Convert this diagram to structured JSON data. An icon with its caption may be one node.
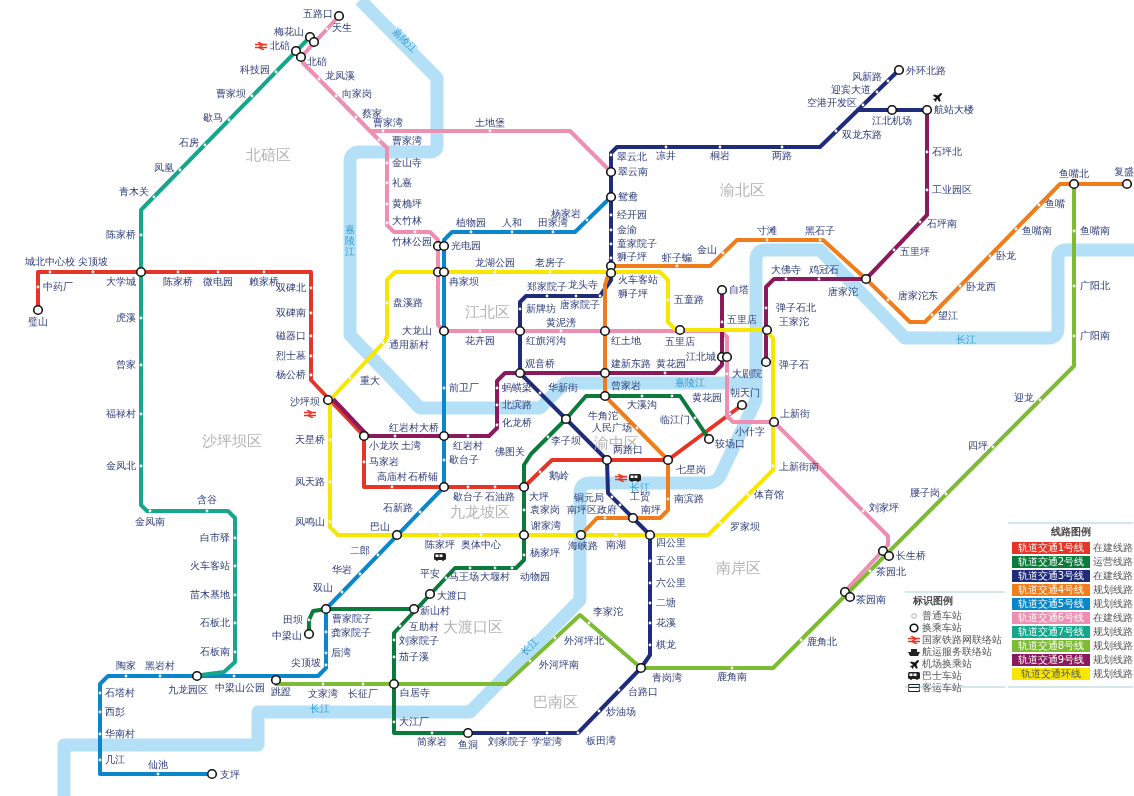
{
  "diagram": {
    "labels": [
      "北碚区",
      "渝北区",
      "江北区",
      "沙坪坝区",
      "渝中区",
      "九龙坡区",
      "南岸区",
      "大渡口区",
      "巴南区",
      "嘉陵江",
      "嘉陵江",
      "嘉陵江",
      "长江",
      "长江",
      "长江",
      "长江",
      "璧山",
      "中药厂",
      "城北中心校",
      "尖顶坡",
      "大学城",
      "陈家桥",
      "微电园",
      "赖家桥",
      "双碑北",
      "双碑南",
      "磁器口",
      "烈士墓",
      "杨公桥",
      "沙坪坝",
      "小龙坎",
      "土湾",
      "马家岩",
      "高庙村",
      "石桥铺",
      "歇台子",
      "石油路",
      "大坪",
      "鹅岭",
      "两路口",
      "七星岗",
      "较场口",
      "小什字",
      "朝天门",
      "五路口",
      "天生",
      "梅花山",
      "北碚",
      "北碚",
      "科技园",
      "曹家坝",
      "歇马",
      "石房",
      "凤凰",
      "青木关",
      "陈家桥",
      "虎溪",
      "曾家",
      "福禄村",
      "金凤北",
      "金凤南",
      "含谷",
      "白市驿",
      "火车客站",
      "苗木基地",
      "石板北",
      "石板南",
      "九龙园区",
      "陶家",
      "黑岩村",
      "中梁山公园",
      "跳蹬",
      "石塔村",
      "西彭",
      "华南村",
      "几江",
      "仙池",
      "支坪",
      "尖顶坡",
      "后湾",
      "龚家院子",
      "曹家院子",
      "田坝",
      "中梁山",
      "双山",
      "华岩",
      "二郎",
      "巴山",
      "石新路",
      "歇台子",
      "红岩村大桥",
      "红岩村",
      "前卫厂",
      "大龙山",
      "冉家坝",
      "光电园",
      "植物园",
      "人和",
      "田家湾",
      "杨家岩",
      "龙凤溪",
      "向家岗",
      "蔡家",
      "曹家湾",
      "土地堡",
      "曹家湾",
      "金山寺",
      "礼嘉",
      "黄桷坪",
      "大竹林",
      "竹林公园",
      "花卉园",
      "红旗河沟",
      "黄泥滂",
      "红土地",
      "五里店",
      "江北城",
      "大剧院",
      "上新街",
      "刘家坪",
      "长生桥",
      "茶园南",
      "自塔",
      "五里店",
      "黄花园",
      "建新东路",
      "观音桥",
      "蚂蟥梁",
      "北滨路",
      "化龙桥",
      "航站大楼",
      "石坪北",
      "工业园区",
      "石坪南",
      "五里坪",
      "唐家沱",
      "鸡冠石",
      "大佛寺",
      "弹子石北",
      "王家沱",
      "弹子石",
      "外环北路",
      "风新路",
      "迎宾大道",
      "空港开发区",
      "江北机场",
      "双龙东路",
      "两路",
      "桐岩",
      "凉井",
      "翠云北",
      "翠云南",
      "鸳鸯",
      "经开园",
      "金渝",
      "童家院子",
      "狮子坪",
      "火车客站",
      "龙头寺",
      "狮子坪",
      "郑家院子",
      "唐家院子",
      "新牌坊",
      "华新街",
      "牛角沱",
      "李子坝",
      "佛图关",
      "铜元局",
      "工贸",
      "南坪",
      "南坪区政府",
      "四公里",
      "五公里",
      "六公里",
      "二塘",
      "花溪",
      "棋龙",
      "青岗湾",
      "台路口",
      "炒油场",
      "板田湾",
      "学堂湾",
      "刘家院子",
      "鱼洞",
      "曾家岩",
      "大溪沟",
      "黄花园",
      "临江门",
      "人民广场",
      "袁家岗",
      "谢家湾",
      "杨家坪",
      "动物园",
      "大堰村",
      "马王场",
      "平安",
      "大渡口",
      "新山村",
      "互助村",
      "刘家院子",
      "茄子溪",
      "白居寺",
      "大江厂",
      "简家岩",
      "文家湾",
      "长征厂",
      "外河坪南",
      "外河坪北",
      "李家沱",
      "鹿角南",
      "鹿角北",
      "茶园北",
      "腰子岗",
      "四坪",
      "迎龙",
      "广阳南",
      "广阳北",
      "鱼嘴南",
      "鱼嘴北",
      "复盛",
      "鱼嘴",
      "鱼嘴南",
      "卧龙",
      "卧龙西",
      "望江",
      "唐家沱东",
      "黑石子",
      "寸滩",
      "金山",
      "虾子蝙",
      "南滨路",
      "海峡路",
      "龙湖公园",
      "老房子",
      "五童路",
      "盘溪路",
      "通用新村",
      "重大",
      "天星桥",
      "凤天路",
      "凤鸣山",
      "陈家坪",
      "奥体中心",
      "南湖",
      "罗家坝",
      "体育馆",
      "上新街南",
      "线路图例",
      "在建线路",
      "运营线路",
      "在建线路",
      "规划线路",
      "规划线路",
      "在建线路",
      "规划线路",
      "规划线路",
      "规划线路",
      "规划线路",
      "标识图例"
    ],
    "legend": [
      {
        "text": "轨道交通1号线",
        "color": "#e63427"
      },
      {
        "text": "轨道交通2号线",
        "color": "#0b7a3b"
      },
      {
        "text": "轨道交通3号线",
        "color": "#1f2b7b"
      },
      {
        "text": "轨道交通4号线",
        "color": "#f07c1b"
      },
      {
        "text": "轨道交通5号线",
        "color": "#0a87cb"
      },
      {
        "text": "轨道交通6号线",
        "color": "#ee8fb1"
      },
      {
        "text": "轨道交通7号线",
        "color": "#14a78b"
      },
      {
        "text": "轨道交通8号线",
        "color": "#7cbb33"
      },
      {
        "text": "轨道交通9号线",
        "color": "#8b1a5c"
      },
      {
        "text": "轨道交通环线",
        "color": "#f6e600"
      },
      {
        "text": "普通车站"
      },
      {
        "text": "换乘车站"
      },
      {
        "text": "国家铁路网联络站"
      },
      {
        "text": "航运服务联络站"
      },
      {
        "text": "机场换乘站"
      },
      {
        "text": "巴士车站"
      },
      {
        "text": "客运车站"
      }
    ]
  }
}
